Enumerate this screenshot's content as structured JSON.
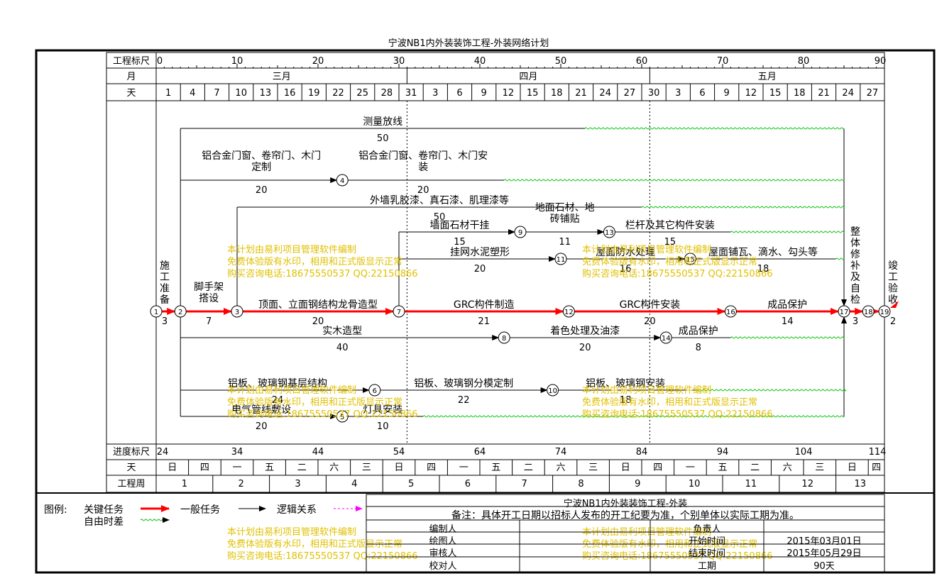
{
  "title": "宁波NB1内外装装饰工程-外装网络计划",
  "row_labels": {
    "ruler": "工程标尺",
    "month": "月",
    "day": "天",
    "progress": "进度标尺",
    "weekday": "天",
    "week": "工程周"
  },
  "ruler_ticks": [
    "0",
    "10",
    "20",
    "30",
    "40",
    "50",
    "60",
    "70",
    "80",
    "90"
  ],
  "months": [
    "三月",
    "四月",
    "五月"
  ],
  "days": [
    "1",
    "4",
    "7",
    "10",
    "13",
    "16",
    "19",
    "22",
    "25",
    "28",
    "31",
    "3",
    "6",
    "9",
    "12",
    "15",
    "18",
    "21",
    "24",
    "27",
    "30",
    "3",
    "6",
    "9",
    "12",
    "15",
    "18",
    "21",
    "24",
    "27"
  ],
  "progress_ticks": [
    "24",
    "34",
    "44",
    "54",
    "64",
    "74",
    "84",
    "94",
    "104",
    "114"
  ],
  "weekdays": [
    "日",
    "四",
    "一",
    "五",
    "二",
    "六",
    "三",
    "日",
    "四",
    "一",
    "五",
    "二",
    "六",
    "三",
    "日",
    "四",
    "一",
    "五",
    "二",
    "六",
    "三",
    "日",
    "四"
  ],
  "weeks": [
    "1",
    "2",
    "3",
    "4",
    "5",
    "6",
    "7",
    "8",
    "9",
    "10",
    "11",
    "12",
    "13"
  ],
  "nodes": [
    {
      "id": "1",
      "x": 0,
      "row": "crit"
    },
    {
      "id": "2",
      "x": 3,
      "row": "crit"
    },
    {
      "id": "3",
      "x": 10,
      "row": "crit"
    },
    {
      "id": "7",
      "x": 30,
      "row": "crit"
    },
    {
      "id": "12",
      "x": 51,
      "row": "crit"
    },
    {
      "id": "16",
      "x": 71,
      "row": "crit"
    },
    {
      "id": "17",
      "x": 85,
      "row": "crit"
    },
    {
      "id": "18",
      "x": 88,
      "row": "crit"
    },
    {
      "id": "19",
      "x": 90,
      "row": "crit"
    },
    {
      "id": "4",
      "x": 23,
      "row": "r2"
    },
    {
      "id": "9",
      "x": 45,
      "row": "r4"
    },
    {
      "id": "13",
      "x": 56,
      "row": "r4"
    },
    {
      "id": "11",
      "x": 50,
      "row": "r5"
    },
    {
      "id": "15",
      "x": 66,
      "row": "r5"
    },
    {
      "id": "8",
      "x": 43,
      "row": "r7"
    },
    {
      "id": "14",
      "x": 63,
      "row": "r7"
    },
    {
      "id": "6",
      "x": 27,
      "row": "r8"
    },
    {
      "id": "10",
      "x": 49,
      "row": "r8"
    },
    {
      "id": "5",
      "x": 23,
      "row": "r9"
    }
  ],
  "tasks": [
    {
      "name": "施工准备",
      "dur": "3",
      "from": 0,
      "to": 3,
      "row": "crit",
      "critical": true,
      "vertical_label": true
    },
    {
      "name": "脚手架搭设",
      "dur": "7",
      "from": 3,
      "to": 10,
      "row": "crit",
      "critical": true,
      "two_line": [
        "脚手架",
        "搭设"
      ]
    },
    {
      "name": "顶面、立面钢结构龙骨造型",
      "dur": "20",
      "from": 10,
      "to": 30,
      "row": "crit",
      "critical": true
    },
    {
      "name": "GRC构件制造",
      "dur": "21",
      "from": 30,
      "to": 51,
      "row": "crit",
      "critical": true
    },
    {
      "name": "GRC构件安装",
      "dur": "20",
      "from": 51,
      "to": 71,
      "row": "crit",
      "critical": true
    },
    {
      "name": "成品保护",
      "dur": "14",
      "from": 71,
      "to": 85,
      "row": "crit",
      "critical": true
    },
    {
      "name": "整体修补及自检",
      "dur": "3",
      "from": 85,
      "to": 88,
      "row": "crit",
      "critical": true,
      "vertical_label": true
    },
    {
      "name": "竣工验收",
      "dur": "2",
      "from": 88,
      "to": 90,
      "row": "crit",
      "critical": true,
      "vertical_label": true
    },
    {
      "name": "测量放线",
      "dur": "50",
      "from": 3,
      "to": 53,
      "float_to": 85,
      "row": "r1"
    },
    {
      "name": "铝合金门窗、卷帘门、木门定制",
      "dur": "20",
      "from": 3,
      "to": 23,
      "row": "r2",
      "two_line": [
        "铝合金门窗、卷帘门、木门",
        "定制"
      ]
    },
    {
      "name": "铝合金门窗、卷帘门、木门安装",
      "dur": "20",
      "from": 23,
      "to": 43,
      "float_to": 85,
      "row": "r2",
      "two_line": [
        "铝合金门窗、卷帘门、木门安",
        "装"
      ]
    },
    {
      "name": "外墙乳胶漆、真石漆、肌理漆等",
      "dur": "50",
      "from": 10,
      "to": 60,
      "float_to": 85,
      "row": "r3"
    },
    {
      "name": "墙面石材干挂",
      "dur": "15",
      "from": 30,
      "to": 45,
      "row": "r4"
    },
    {
      "name": "地面石材、地砖铺贴",
      "dur": "11",
      "from": 45,
      "to": 56,
      "row": "r4",
      "two_line": [
        "地面石材、地",
        "砖铺贴"
      ]
    },
    {
      "name": "栏杆及其它构件安装",
      "dur": "15",
      "from": 56,
      "to": 71,
      "float_to": 85,
      "row": "r4"
    },
    {
      "name": "挂网水泥塑形",
      "dur": "20",
      "from": 30,
      "to": 50,
      "row": "r5"
    },
    {
      "name": "屋面防水处理",
      "dur": "16",
      "from": 50,
      "to": 66,
      "row": "r5"
    },
    {
      "name": "屋面铺瓦、滴水、勾头等",
      "dur": "18",
      "from": 66,
      "to": 84,
      "float_to": 85,
      "row": "r5"
    },
    {
      "name": "实木造型",
      "dur": "40",
      "from": 3,
      "to": 43,
      "row": "r7"
    },
    {
      "name": "着色处理及油漆",
      "dur": "20",
      "from": 43,
      "to": 63,
      "row": "r7"
    },
    {
      "name": "成品保护",
      "dur": "8",
      "from": 63,
      "to": 71,
      "float_to": 85,
      "row": "r7"
    },
    {
      "name": "铝板、玻璃钢基层结构",
      "dur": "24",
      "from": 3,
      "to": 27,
      "row": "r8"
    },
    {
      "name": "铝板、玻璃钢分模定制",
      "dur": "22",
      "from": 27,
      "to": 49,
      "row": "r8"
    },
    {
      "name": "铝板、玻璃钢安装",
      "dur": "18",
      "from": 49,
      "to": 67,
      "float_to": 85,
      "row": "r8"
    },
    {
      "name": "电气管线敷设",
      "dur": "20",
      "from": 3,
      "to": 23,
      "row": "r9"
    },
    {
      "name": "灯具安装",
      "dur": "10",
      "from": 23,
      "to": 33,
      "float_to": 85,
      "row": "r9"
    }
  ],
  "watermark": [
    "本计划由易利项目管理软件编制",
    "免费体验版有水印，相用和正式版显示正常",
    "购买咨询电话:18675550537 QQ:22150866"
  ],
  "legend": {
    "label": "图例:",
    "critical": "关键任务",
    "normal": "一般任务",
    "logic": "逻辑关系",
    "float": "自由时差"
  },
  "info": {
    "project": "宁波NB1内外装装饰工程-外装",
    "note": "备注：具体开工日期以招标人发布的开工纪要为准，个别单体以实际工期为准。",
    "compiler_label": "编制人",
    "drawer_label": "绘图人",
    "reviewer_label": "审核人",
    "checker_label": "校对人",
    "owner_label": "负责人",
    "start_label": "开始时间",
    "end_label": "结束时间",
    "duration_label": "工期",
    "start_value": "2015年03月01日",
    "end_value": "2015年05月29日",
    "duration_value": "90天"
  },
  "colors": {
    "critical": "#ff0000",
    "float": "#00c000",
    "watermark": "#e0c000",
    "logic": "#ff00ff"
  }
}
